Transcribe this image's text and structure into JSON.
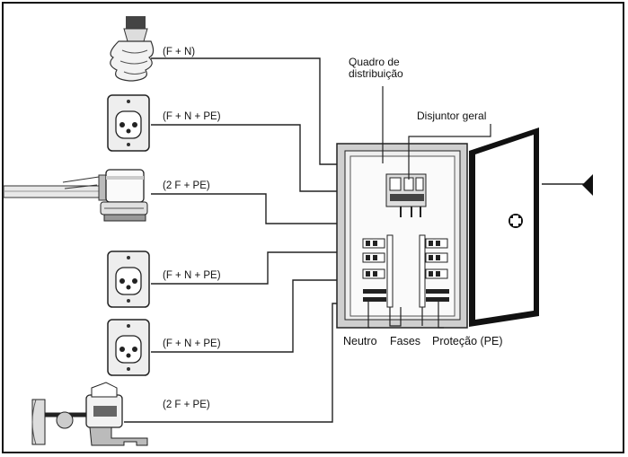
{
  "labels": {
    "quadro": "Quadro de distribuição",
    "disjuntor": "Disjuntor geral",
    "neutro": "Neutro",
    "fases": "Fases",
    "protecao": "Proteção (PE)"
  },
  "circuits": [
    {
      "device": "lamp",
      "label": "(F + N)"
    },
    {
      "device": "outlet",
      "label": "(F + N + PE)"
    },
    {
      "device": "shower",
      "label": "(2 F + PE)"
    },
    {
      "device": "outlet",
      "label": "(F + N + PE)"
    },
    {
      "device": "outlet",
      "label": "(F + N + PE)"
    },
    {
      "device": "water-heater",
      "label": "(2 F + PE)"
    }
  ]
}
